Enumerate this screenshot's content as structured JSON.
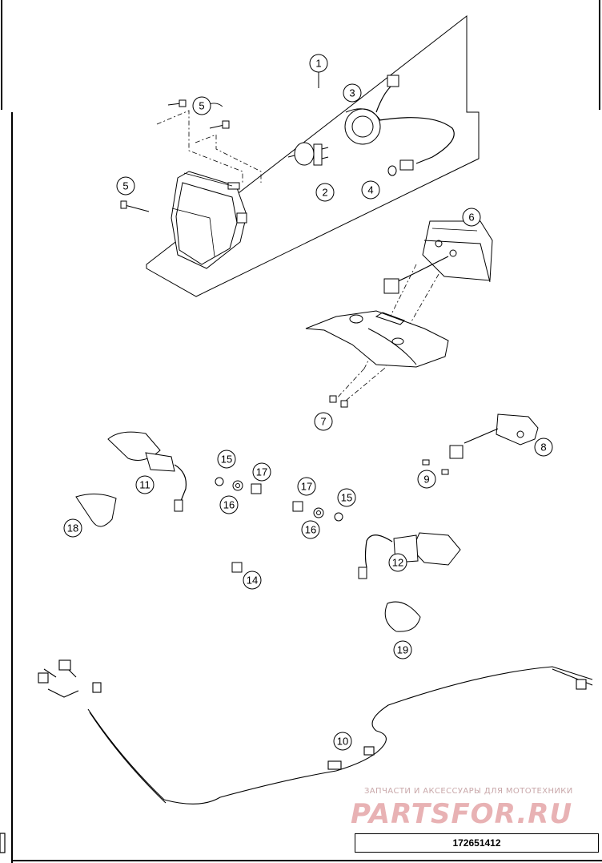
{
  "callouts": {
    "c1": "1",
    "c2": "2",
    "c3": "3",
    "c4": "4",
    "c5a": "5",
    "c5b": "5",
    "c6": "6",
    "c7": "7",
    "c8": "8",
    "c9": "9",
    "c10": "10",
    "c11": "11",
    "c12": "12",
    "c14": "14",
    "c15a": "15",
    "c15b": "15",
    "c16a": "16",
    "c16b": "16",
    "c17a": "17",
    "c17b": "17",
    "c18": "18",
    "c19": "19"
  },
  "watermark": {
    "tagline": "ЗАПЧАСТИ И АКСЕССУАРЫ ДЛЯ МОТОТЕХНИКИ",
    "brand": "PARTSFOR.RU"
  },
  "document_number": "172651412",
  "colors": {
    "line": "#000000",
    "watermark": "#e8b2b4",
    "background": "#ffffff"
  }
}
